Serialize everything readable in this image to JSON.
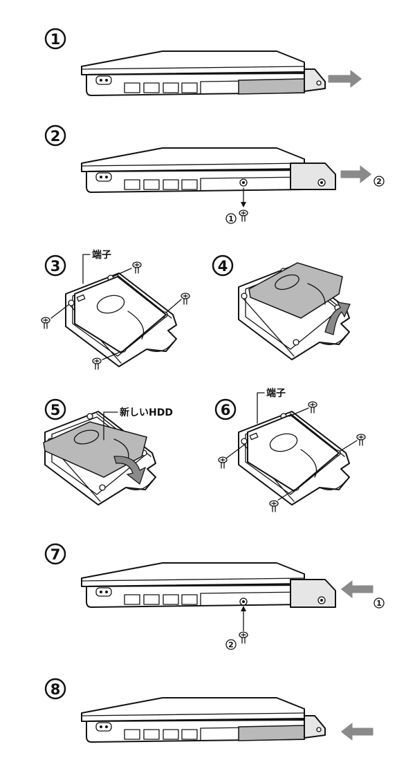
{
  "steps": [
    {
      "number": "1"
    },
    {
      "number": "2",
      "callouts": [
        "1",
        "2"
      ]
    },
    {
      "number": "3",
      "label": "端子"
    },
    {
      "number": "4"
    },
    {
      "number": "5",
      "label": "新しいHDD"
    },
    {
      "number": "6",
      "label": "端子"
    },
    {
      "number": "7",
      "callouts": [
        "1",
        "2"
      ]
    },
    {
      "number": "8"
    }
  ],
  "colors": {
    "ink": "#111111",
    "panel_grey": "#b9b9b9",
    "arrow_grey": "#8a8a8a"
  }
}
